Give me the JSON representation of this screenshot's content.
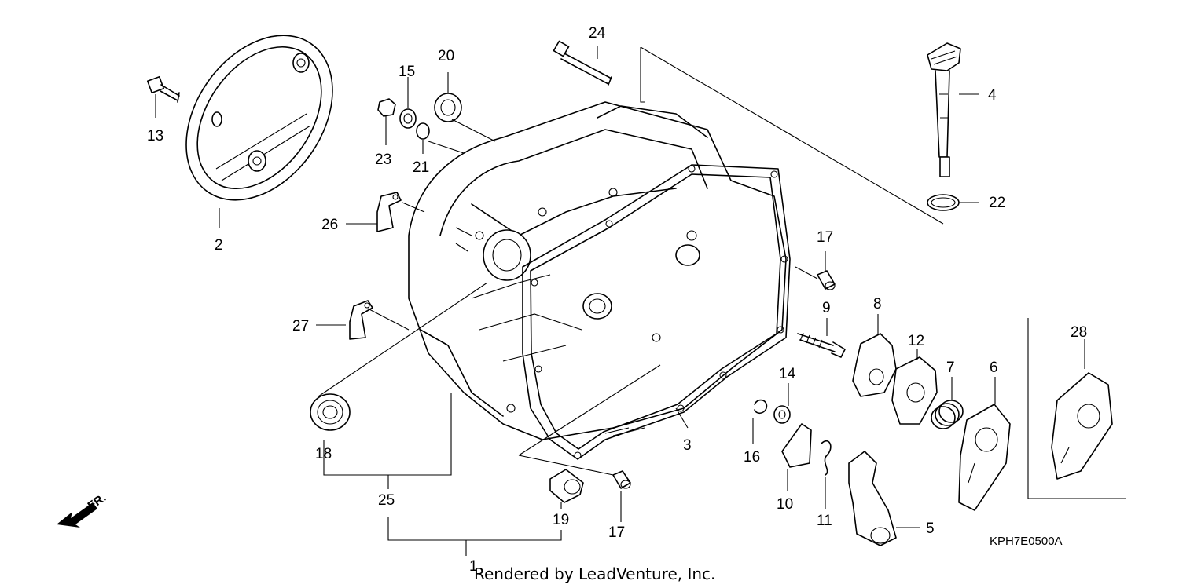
{
  "diagram": {
    "code": "KPH7E0500A",
    "direction_label": "FR.",
    "credit": "Rendered by LeadVenture, Inc.",
    "parts": [
      {
        "id": "p1",
        "num": "1"
      },
      {
        "id": "p2",
        "num": "2"
      },
      {
        "id": "p3",
        "num": "3"
      },
      {
        "id": "p4",
        "num": "4"
      },
      {
        "id": "p5",
        "num": "5"
      },
      {
        "id": "p6",
        "num": "6"
      },
      {
        "id": "p7",
        "num": "7"
      },
      {
        "id": "p8",
        "num": "8"
      },
      {
        "id": "p9",
        "num": "9"
      },
      {
        "id": "p10",
        "num": "10"
      },
      {
        "id": "p11",
        "num": "11"
      },
      {
        "id": "p12",
        "num": "12"
      },
      {
        "id": "p13",
        "num": "13"
      },
      {
        "id": "p14",
        "num": "14"
      },
      {
        "id": "p15",
        "num": "15"
      },
      {
        "id": "p16",
        "num": "16"
      },
      {
        "id": "p17a",
        "num": "17"
      },
      {
        "id": "p17b",
        "num": "17"
      },
      {
        "id": "p18",
        "num": "18"
      },
      {
        "id": "p19",
        "num": "19"
      },
      {
        "id": "p20",
        "num": "20"
      },
      {
        "id": "p21",
        "num": "21"
      },
      {
        "id": "p22",
        "num": "22"
      },
      {
        "id": "p23",
        "num": "23"
      },
      {
        "id": "p24",
        "num": "24"
      },
      {
        "id": "p25",
        "num": "25"
      },
      {
        "id": "p26",
        "num": "26"
      },
      {
        "id": "p27",
        "num": "27"
      },
      {
        "id": "p28",
        "num": "28"
      }
    ]
  }
}
